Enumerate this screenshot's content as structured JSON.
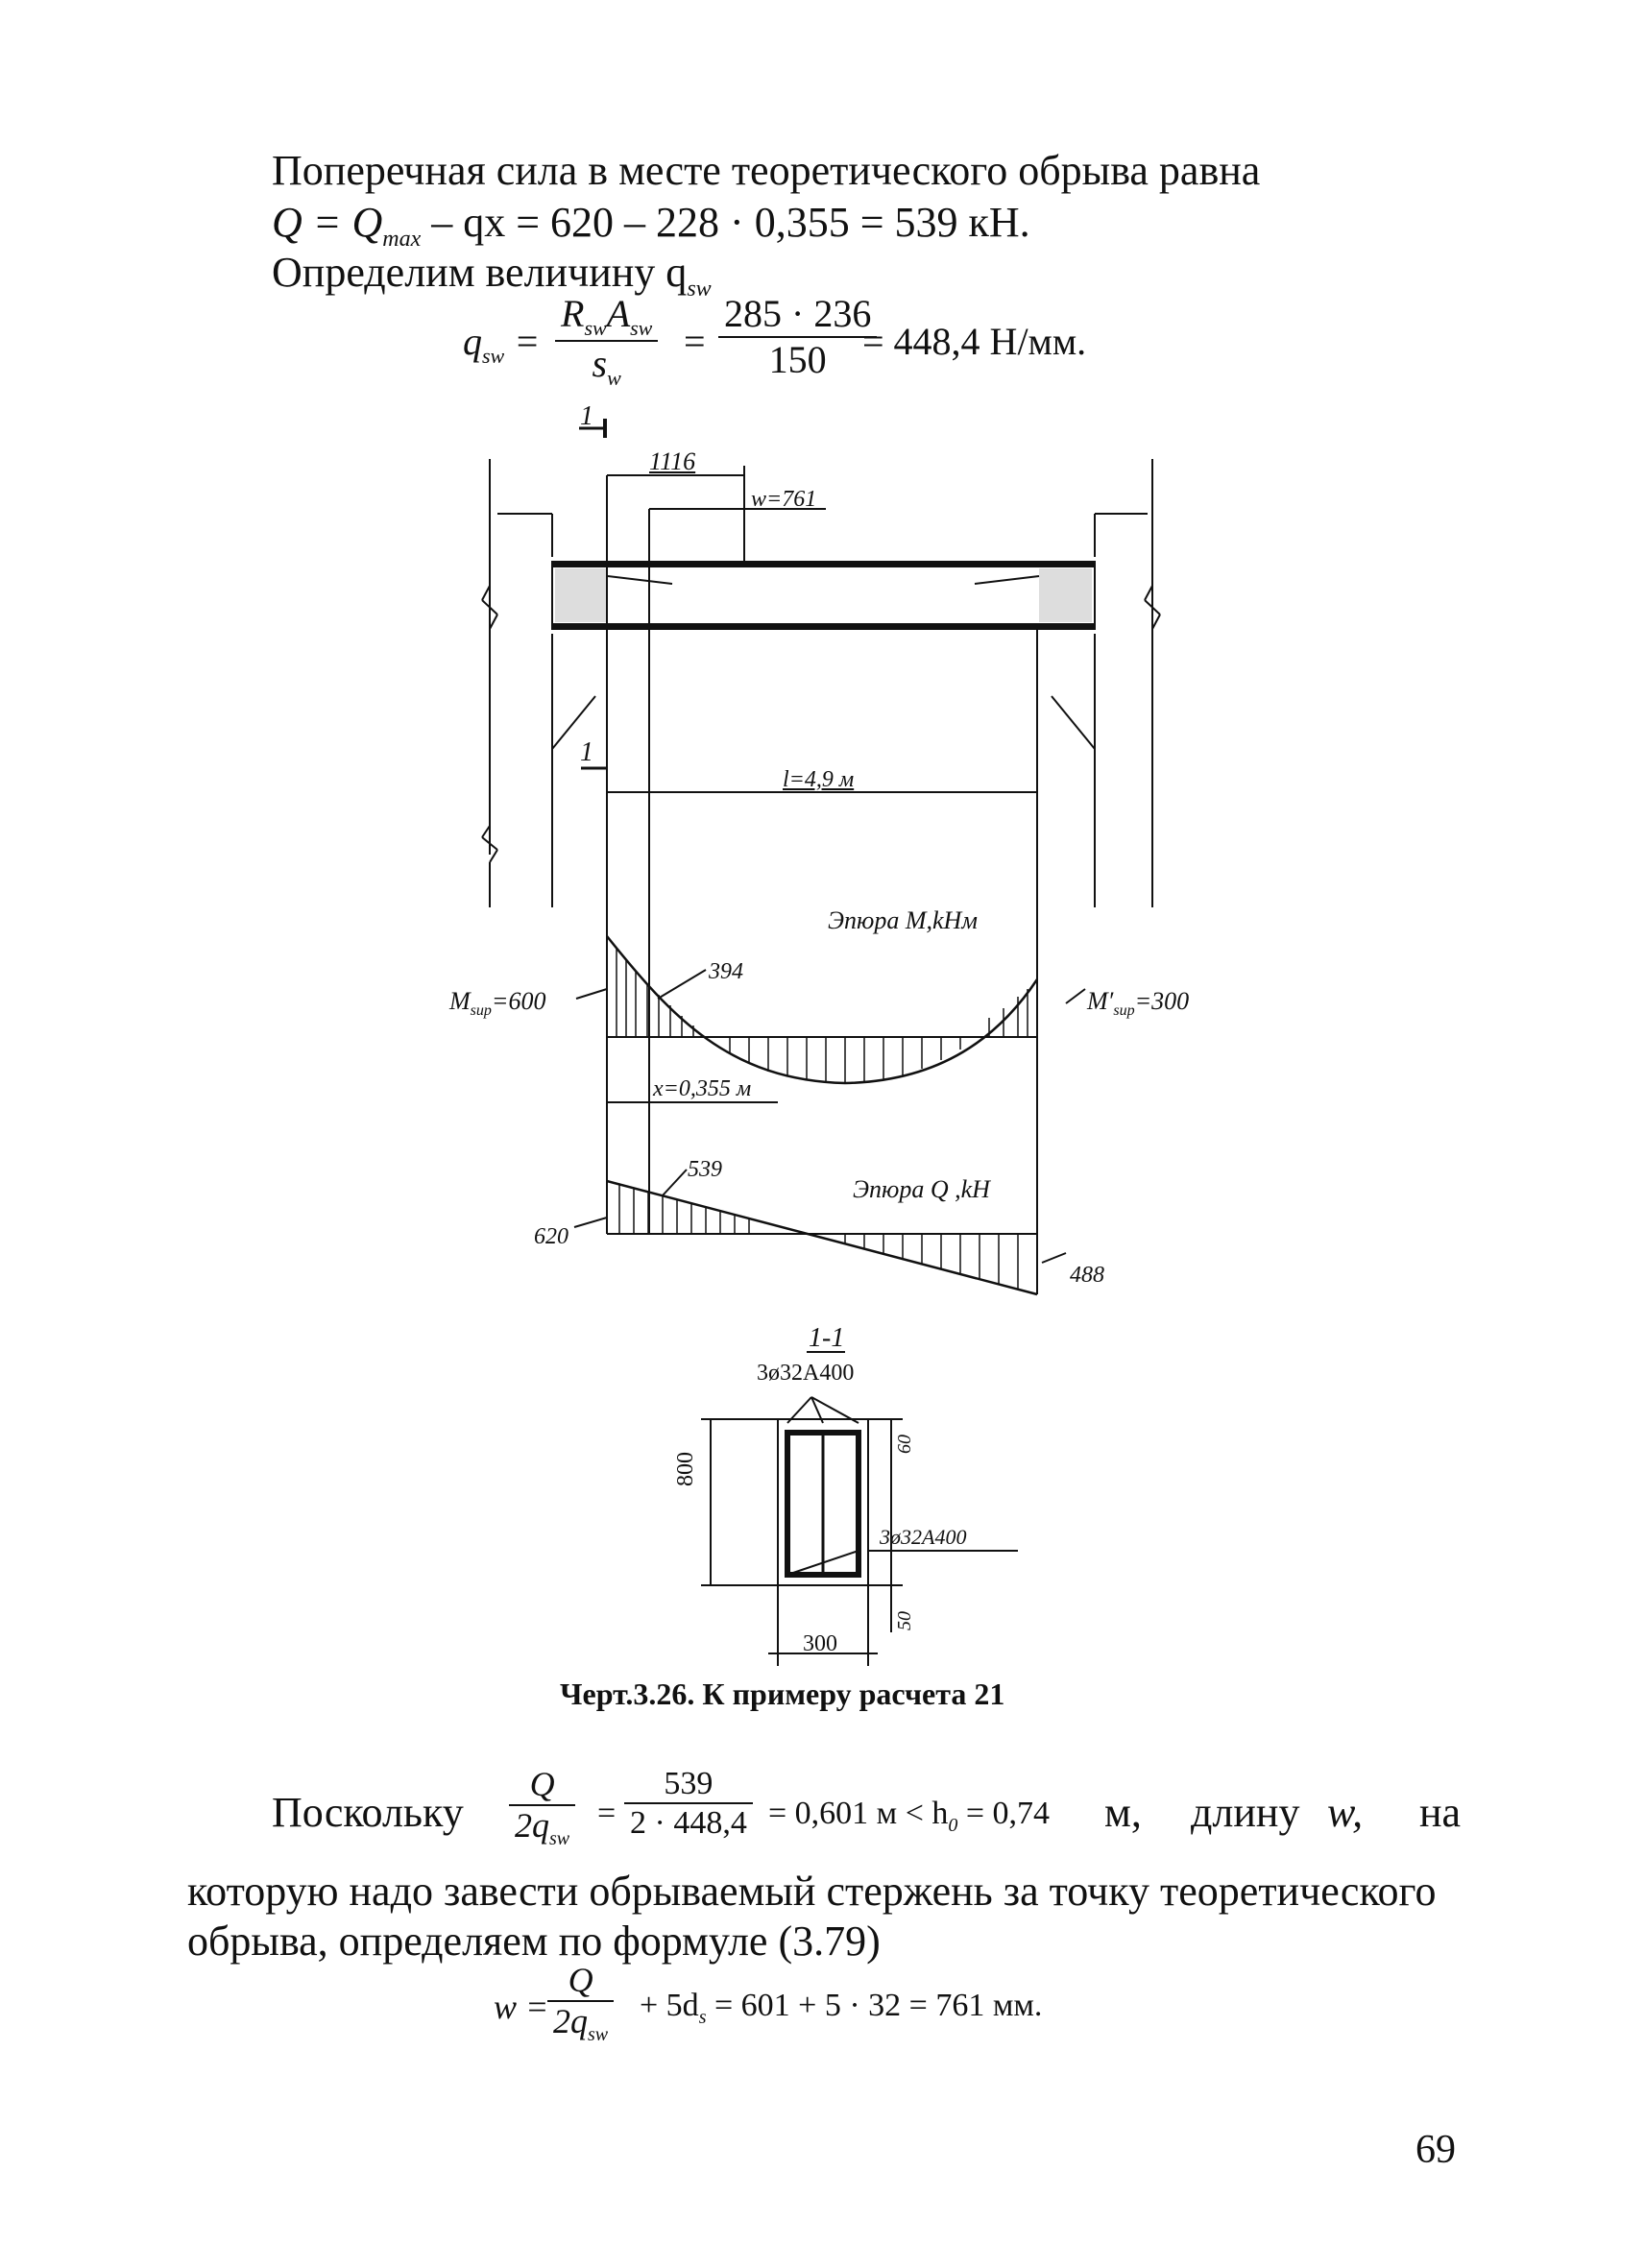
{
  "page": {
    "line1": "Поперечная сила в месте теоретического обрыва равна",
    "line2": {
      "prefix": "Q = Q",
      "sub": "max",
      "rest": " – qx = 620 – 228 · 0,355 = 539 кН."
    },
    "line3": {
      "text": "Определим величину q",
      "sub": "sw"
    },
    "formula_qsw": {
      "lhs": "q",
      "lhs_sub": "sw",
      "frac1_num": "R",
      "frac1_num_sub1": "sw",
      "frac1_num_mid": "A",
      "frac1_num_sub2": "sw",
      "frac1_den": "s",
      "frac1_den_sub": "w",
      "frac2_num": "285 · 236",
      "frac2_den": "150",
      "result": "= 448,4 Н/мм."
    },
    "drawing": {
      "section_mark_top": "1",
      "section_mark_mid": "1",
      "dim_1116": "1116",
      "dim_w": "w=761",
      "dim_l": "l=4,9 м",
      "moment_title": "Эпюра M,kHм",
      "m_394": "394",
      "m_sup_left": "M",
      "m_sup_left_sub": "sup",
      "m_sup_left_val": "=600",
      "m_sup_right": "M′",
      "m_sup_right_sub": "sup",
      "m_sup_right_val": "=300",
      "dim_x": "x=0,355 м",
      "shear_title": "Эпюра Q ,kH",
      "q_539": "539",
      "q_620": "620",
      "q_488": "488",
      "section_title": "1-1",
      "rebar_top": "3ø32A400",
      "rebar_bottom": "3ø32A400",
      "dim_800": "800",
      "dim_60": "60",
      "dim_50": "50",
      "dim_300": "300"
    },
    "caption": "Черт.3.26. К примеру расчета 21",
    "para": {
      "lead": "Поскольку",
      "frac_num": "Q",
      "frac_den": "2q",
      "frac_den_sub": "sw",
      "frac2_num": "539",
      "frac2_den": "2 · 448,4",
      "cond": "= 0,601 м < h",
      "cond_sub": "0",
      "cond_rest": " = 0,74",
      "words": [
        "м,",
        "длину",
        "w,",
        "на"
      ],
      "line2": "которую надо завести обрываемый стержень за точку теоретического",
      "line3": "обрыва, определяем по формуле (3.79)"
    },
    "formula_w": {
      "lhs": "w =",
      "num": "Q",
      "den": "2q",
      "den_sub": "sw",
      "rest": "+ 5d",
      "rest_sub": "s",
      "rest2": " = 601 + 5 · 32 = 761 мм."
    },
    "page_number": "69"
  }
}
